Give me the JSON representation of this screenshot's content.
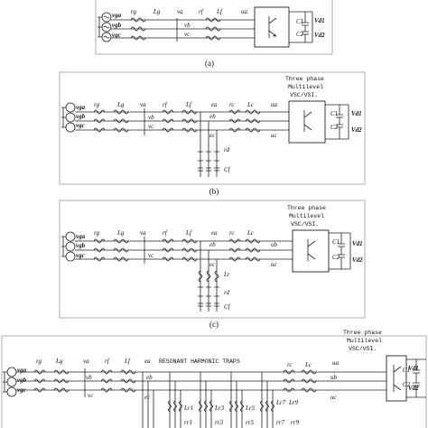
{
  "panels": {
    "a": {
      "caption": "(a)",
      "sources": [
        "vga",
        "vgb",
        "vgc"
      ],
      "labels": {
        "rg": "rg",
        "Lg": "Lg",
        "va": "va",
        "vb": "vb",
        "vc": "vc",
        "rf": "rf",
        "Lf": "Lf",
        "ua": "ua"
      },
      "cap_labels": [
        "C1",
        "C2"
      ],
      "dc_labels": [
        "Vd1",
        "Vd2"
      ]
    },
    "b": {
      "caption": "(b)",
      "sources": [
        "vga",
        "vgb",
        "vgc"
      ],
      "labels": {
        "rg": "rg",
        "Lg": "Lg",
        "va": "va",
        "vb": "vb",
        "vc": "vc",
        "rf": "rf",
        "Lf": "Lf",
        "ea": "ea",
        "eb": "eb",
        "ec": "ec",
        "rc": "rc",
        "Lc": "Lc",
        "ua": "ua",
        "uc": "uc",
        "rd": "rd",
        "Cf": "Cf"
      },
      "converter_title": [
        "Three phase",
        "Multilevel",
        "VSC/VSI."
      ],
      "cap_labels": [
        "C1",
        "C2"
      ],
      "dc_labels": [
        "Vd1",
        "Vd2"
      ]
    },
    "c": {
      "caption": "(c)",
      "sources": [
        "vga",
        "vgb",
        "vgc"
      ],
      "labels": {
        "rg": "rg",
        "Lg": "Lg",
        "va": "va",
        "vc": "vc",
        "rf": "rf",
        "Lf": "Lf",
        "ea": "ea",
        "eb": "eb",
        "ec": "ec",
        "rc": "rc",
        "Lc": "Lc",
        "ub": "ub",
        "uc": "uc",
        "Lr": "Lr",
        "rd": "rd",
        "Cf": "Cf"
      },
      "converter_title": [
        "Three phase",
        "Multilevel",
        "VSC/VSI."
      ],
      "cap_labels": [
        "C1",
        "C2"
      ],
      "dc_labels": [
        "Vd1",
        "Vd2"
      ]
    },
    "d": {
      "sources": [
        "vga",
        "vgb",
        "vgc"
      ],
      "labels": {
        "rg": "rg",
        "Lg": "Lg",
        "va": "va",
        "vb": "vb",
        "vc": "vc",
        "rf": "rf",
        "Lf": "Lf",
        "ea": "ea",
        "eb": "eb",
        "ec": "ec",
        "rc": "rc",
        "Lc": "Lc",
        "ua": "ua",
        "ub": "ub",
        "uc": "uc"
      },
      "trap_title": "RESONANT HARMONIC TRAPS",
      "trap_inductors": [
        "Lr1",
        "Lr3",
        "Lr5",
        "Lr7",
        "Lr9"
      ],
      "trap_resistors": [
        "rr1",
        "rr3",
        "rr5",
        "rr7",
        "rr9"
      ],
      "converter_title": [
        "Three phase",
        "Multilevel",
        "VSC/VSI."
      ],
      "cap_labels": [
        "C1",
        "C2"
      ],
      "dc_labels": [
        "Vd1",
        "Vd2"
      ]
    }
  }
}
